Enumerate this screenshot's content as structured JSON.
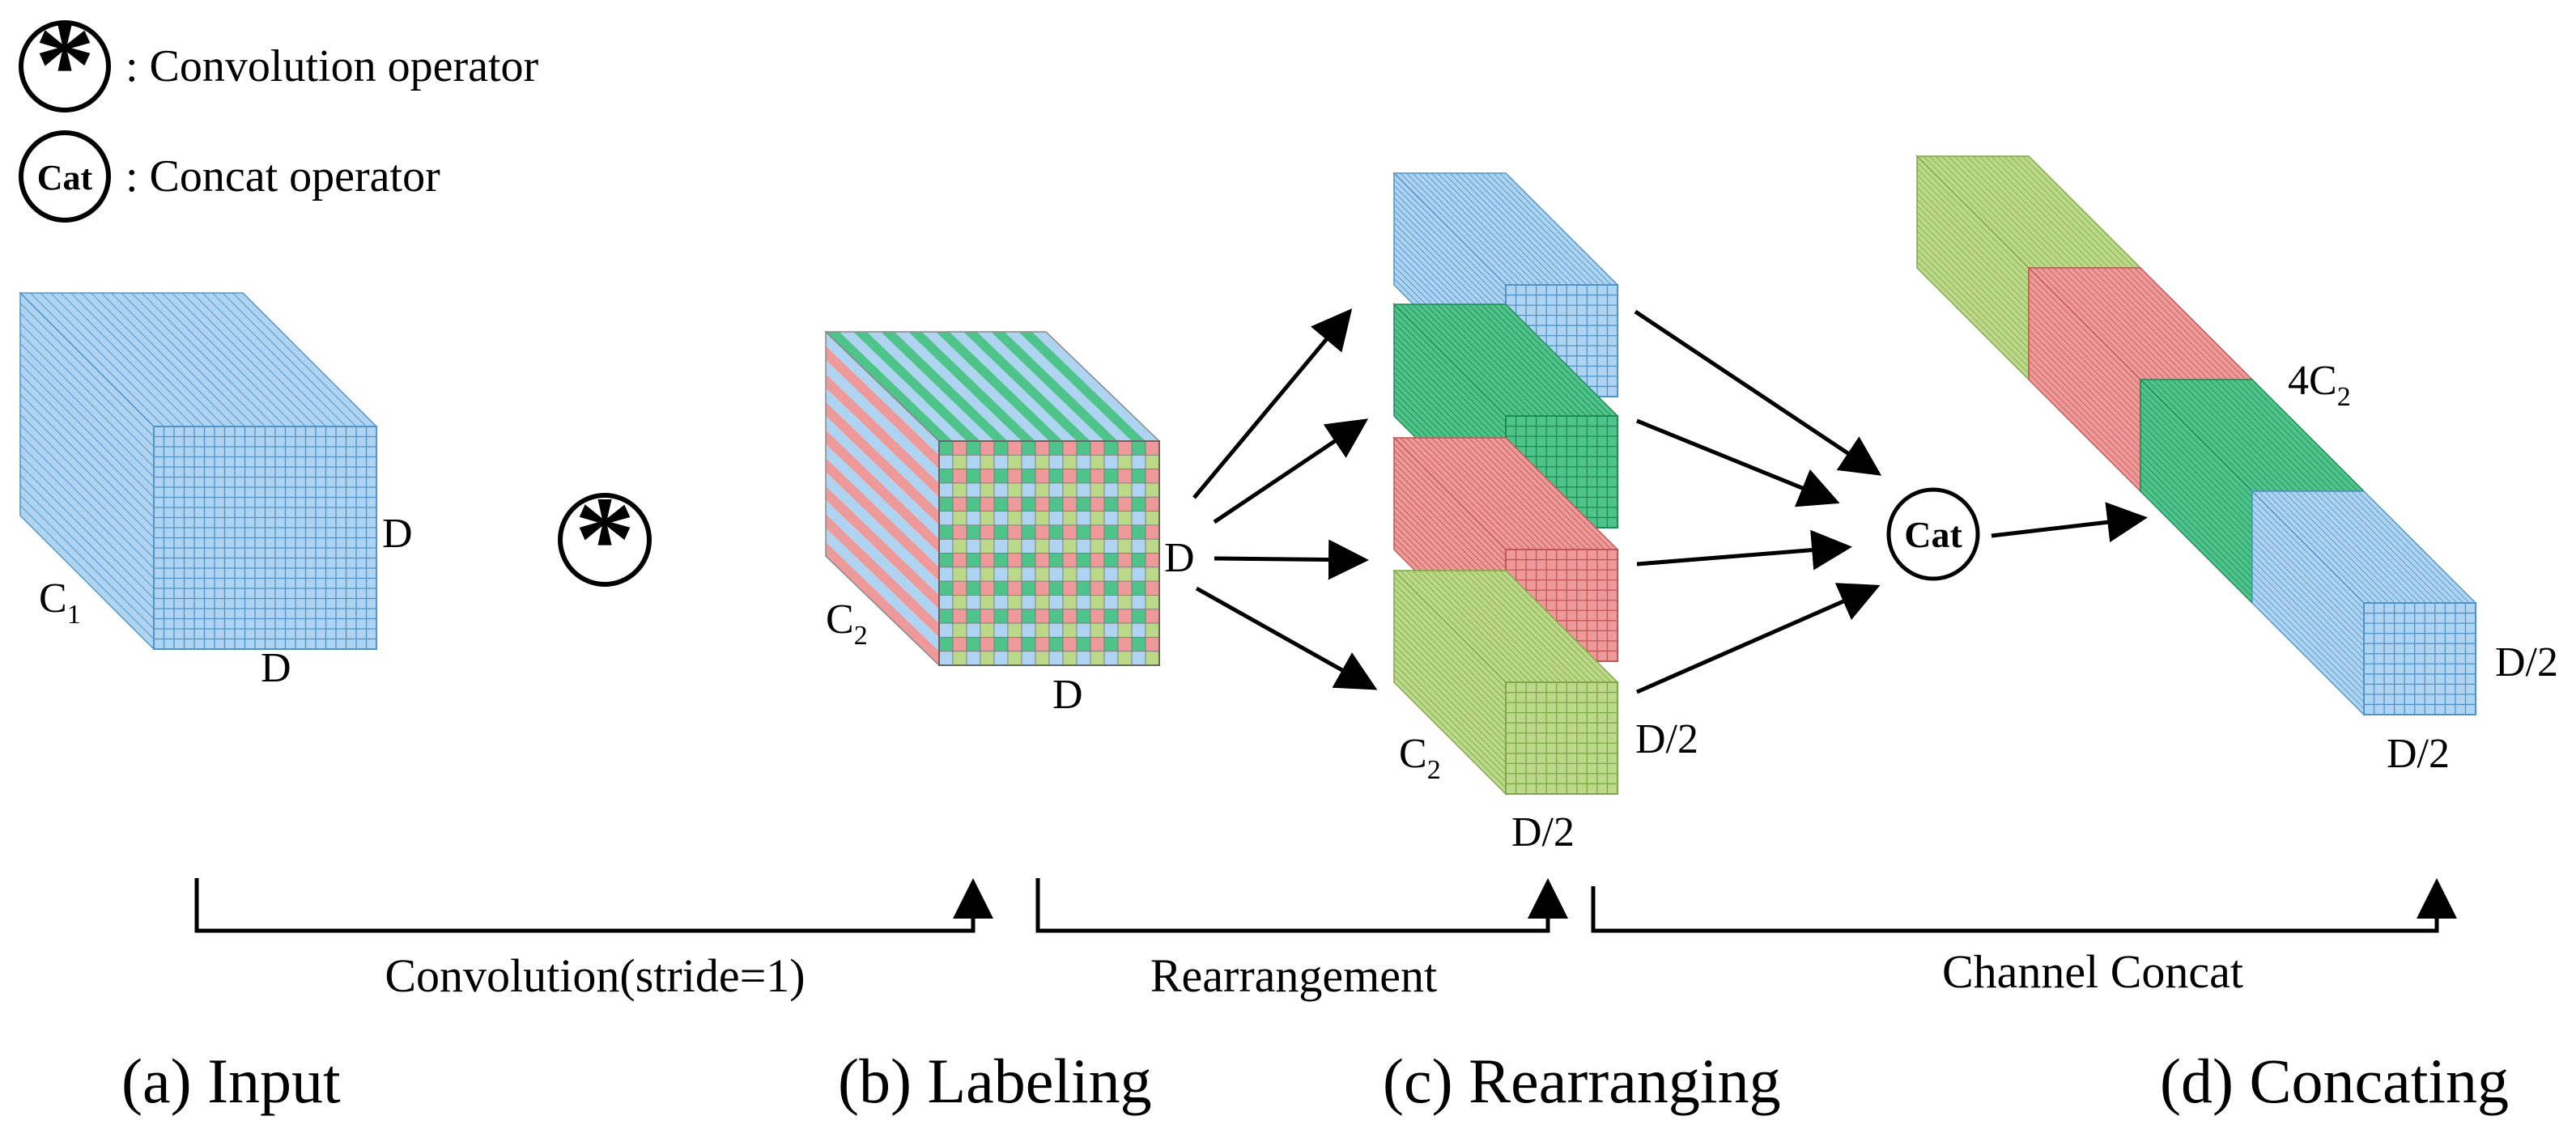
{
  "colors": {
    "blue": "#aed4f2",
    "blue_edge": "#4f93c9",
    "green": "#4fc48a",
    "green_edge": "#1f8a55",
    "red": "#ee9a9a",
    "red_edge": "#c25555",
    "lime": "#bcd98a",
    "lime_edge": "#7fa848",
    "line": "#000000"
  },
  "legend": {
    "conv_symbol": "*",
    "conv_text": ": Convolution operator",
    "cat_symbol": "Cat",
    "cat_text": ": Concat operator"
  },
  "input_cube": {
    "d_right": "D",
    "d_bottom": "D",
    "c_main": "C",
    "c_sub": "1"
  },
  "conv_op": {
    "symbol": "*"
  },
  "label_cube": {
    "d_right": "D",
    "d_bottom": "D",
    "c_main": "C",
    "c_sub": "2"
  },
  "rearranged": {
    "c_main": "C",
    "c_sub": "2",
    "d_right": "D/2",
    "d_bottom": "D/2"
  },
  "cat_op": {
    "symbol": "Cat"
  },
  "concat_block": {
    "c_main": "4C",
    "c_sub": "2",
    "d_right": "D/2",
    "d_bottom": "D/2"
  },
  "brackets": [
    {
      "label": "Convolution(stride=1)"
    },
    {
      "label": "Rearrangement"
    },
    {
      "label": "Channel Concat"
    }
  ],
  "captions": [
    {
      "text": "(a) Input"
    },
    {
      "text": "(b) Labeling"
    },
    {
      "text": "(c) Rearranging"
    },
    {
      "text": "(d) Concating"
    }
  ]
}
